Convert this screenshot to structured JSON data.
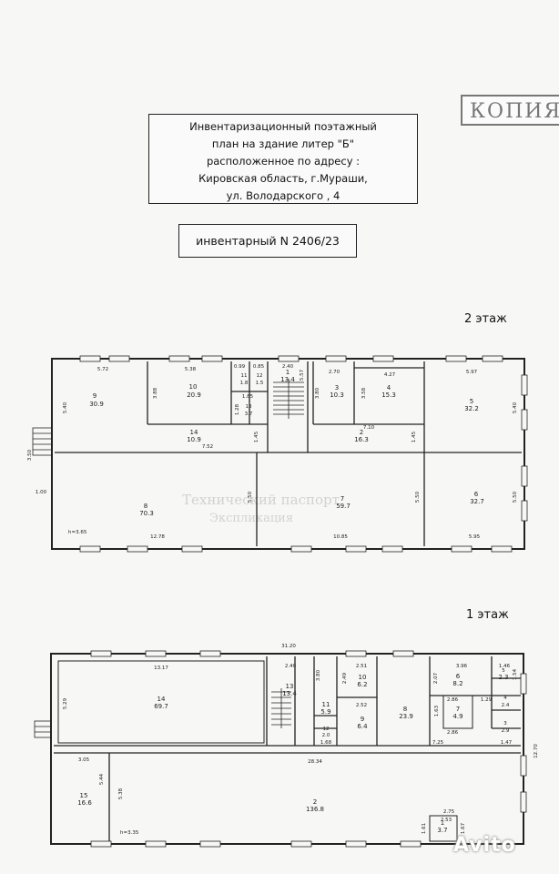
{
  "stamp": "КОПИЯ",
  "title": {
    "line1": "Инвентаризационный поэтажный",
    "line2": "план на здание литер  \"Б\"",
    "line3": "расположенное по адресу :",
    "line4": "Кировская область,  г.Мураши,",
    "line5": "ул. Володарского ,  4"
  },
  "inventory": "инвентарный  N  2406/23",
  "faded_texts": [
    "Технический паспорт",
    "Экспликация"
  ],
  "watermark": "Avito",
  "floor2": {
    "label": "2  этаж",
    "height": "h=3.65",
    "rooms": [
      {
        "n": "9",
        "area": "30.9"
      },
      {
        "n": "10",
        "area": "20.9"
      },
      {
        "n": "11",
        "area": "1.8"
      },
      {
        "n": "12",
        "area": "1.5"
      },
      {
        "n": "13",
        "area": "3.7"
      },
      {
        "n": "1",
        "area": "13.4"
      },
      {
        "n": "3",
        "area": "10.3"
      },
      {
        "n": "4",
        "area": "15.3"
      },
      {
        "n": "5",
        "area": "32.2"
      },
      {
        "n": "14",
        "area": "10.9"
      },
      {
        "n": "2",
        "area": "16.3"
      },
      {
        "n": "8",
        "area": "70.3"
      },
      {
        "n": "7",
        "area": "59.7"
      },
      {
        "n": "6",
        "area": "32.7"
      }
    ],
    "dims": [
      "5.72",
      "5.38",
      "0.99",
      "0.85",
      "2.40",
      "2.70",
      "4.27",
      "5.97",
      "5.40",
      "3.88",
      "1.85",
      "1.28",
      "5.57",
      "3.80",
      "3.58",
      "5.40",
      "7.52",
      "1.45",
      "7.10",
      "1.45",
      "5.50",
      "5.50",
      "5.50",
      "12.78",
      "10.85",
      "5.95",
      "3.50",
      "1.00"
    ]
  },
  "floor1": {
    "label": "1  этаж",
    "height": "h=3.35",
    "rooms": [
      {
        "n": "14",
        "area": "69.7"
      },
      {
        "n": "13",
        "area": "13.4"
      },
      {
        "n": "11",
        "area": "5.9"
      },
      {
        "n": "12",
        "area": "2.0"
      },
      {
        "n": "10",
        "area": "6.2"
      },
      {
        "n": "9",
        "area": "6.4"
      },
      {
        "n": "8",
        "area": "23.9"
      },
      {
        "n": "6",
        "area": "8.2"
      },
      {
        "n": "5",
        "area": "2.3"
      },
      {
        "n": "7",
        "area": "4.9"
      },
      {
        "n": "4",
        "area": "2.4"
      },
      {
        "n": "3",
        "area": "2.9"
      },
      {
        "n": "15",
        "area": "16.6"
      },
      {
        "n": "2",
        "area": "136.8"
      },
      {
        "n": "1",
        "area": "3.7"
      }
    ],
    "dims": [
      "31.20",
      "13.17",
      "2.40",
      "2.51",
      "3.96",
      "1.46",
      "5.29",
      "3.80",
      "2.49",
      "2.52",
      "2.07",
      "1.54",
      "2.86",
      "1.63",
      "1.29",
      "2.86",
      "1.68",
      "7.25",
      "1.47",
      "28.34",
      "3.05",
      "5.44",
      "5.38",
      "2.75",
      "2.53",
      "1.61",
      "1.67",
      "12.70"
    ]
  }
}
